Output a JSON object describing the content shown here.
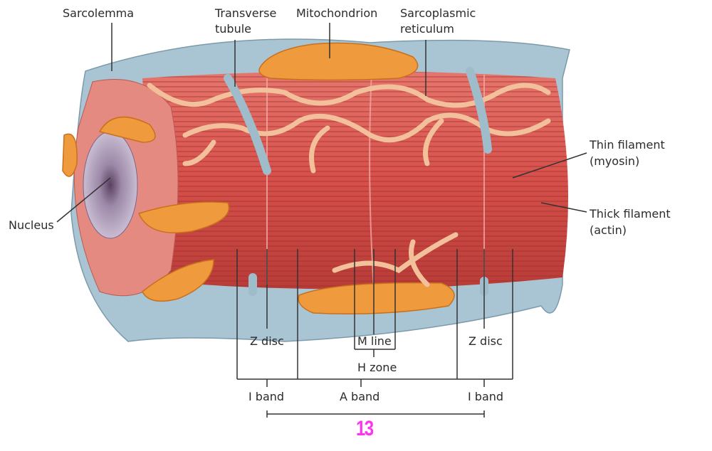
{
  "labels": {
    "sarcolemma": "Sarcolemma",
    "transverse_tubule_1": "Transverse",
    "transverse_tubule_2": "tubule",
    "mitochondrion": "Mitochondrion",
    "sarcoplasmic_reticulum_1": "Sarcoplasmic",
    "sarcoplasmic_reticulum_2": "reticulum",
    "thin_filament_1": "Thin filament",
    "thin_filament_2": "(myosin)",
    "thick_filament_1": "Thick filament",
    "thick_filament_2": "(actin)",
    "nucleus": "Nucleus",
    "z_disc_left": "Z disc",
    "m_line": "M line",
    "z_disc_right": "Z disc",
    "h_zone": "H zone",
    "i_band_left": "I band",
    "a_band": "A band",
    "i_band_right": "I band"
  },
  "figure_number": "13",
  "colors": {
    "muscle": "#d9534f",
    "sarcolemma": "#9fbccb",
    "mito": "#f0a040",
    "sr": "#f2c9a0",
    "number": "#ff33ee"
  }
}
